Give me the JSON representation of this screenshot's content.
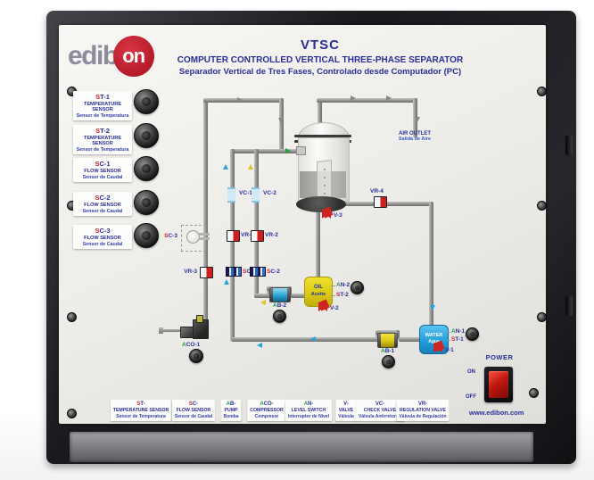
{
  "header": {
    "model": "VTSC",
    "title_en": "COMPUTER CONTROLLED VERTICAL THREE-PHASE SEPARATOR",
    "title_es": "Separador Vertical de Tres Fases, Controlado desde Computador (PC)"
  },
  "logo": {
    "part1": "edib",
    "part2": "on"
  },
  "left_sensors": [
    {
      "code": "ST-1",
      "en": "TEMPERATURE SENSOR",
      "es": "Sensor de Temperatura"
    },
    {
      "code": "ST-2",
      "en": "TEMPERATURE SENSOR",
      "es": "Sensor de Temperatura"
    },
    {
      "code": "SC-1",
      "en": "FLOW SENSOR",
      "es": "Sensor de Caudal"
    },
    {
      "code": "SC-2",
      "en": "FLOW SENSOR",
      "es": "Sensor de Caudal"
    },
    {
      "code": "SC-3",
      "en": "FLOW SENSOR",
      "es": "Sensor de Caudal"
    }
  ],
  "diagram": {
    "vc1": "VC-1",
    "vc2": "VC-2",
    "vr1": "VR-1",
    "vr2": "VR-2",
    "vr3": "VR-3",
    "vr4": "VR-4",
    "sc1": "SC-1",
    "sc2": "SC-2",
    "sc3": "SC-3",
    "v1": "V-1",
    "v2": "V-2",
    "v3": "V-3",
    "an1": "AN-1",
    "an2": "AN-2",
    "st1": "ST-1",
    "st2": "ST-2",
    "ab1": "AB-1",
    "ab2": "AB-2",
    "aco1": "ACO-1",
    "oil_en": "OIL",
    "oil_es": "Aceite",
    "water_en": "WATER",
    "water_es": "Agua",
    "air_outlet_en": "AIR OUTLET",
    "air_outlet_es": "Salida de Aire"
  },
  "legend": [
    {
      "code": "ST-",
      "en": "TEMPERATURE SENSOR",
      "es": "Sensor de Temperatura"
    },
    {
      "code": "SC-",
      "en": "FLOW SENSOR",
      "es": "Sensor de Caudal"
    },
    {
      "code": "AB-",
      "en": "PUMP",
      "es": "Bomba"
    },
    {
      "code": "ACO-",
      "en": "COMPRESSOR",
      "es": "Compresor"
    },
    {
      "code": "AN-",
      "en": "LEVEL SWITCH",
      "es": "Interruptor de Nivel"
    },
    {
      "code": "V-",
      "en": "VALVE",
      "es": "Válvula"
    },
    {
      "code": "VC-",
      "en": "CHECK VALVE",
      "es": "Válvula Antirretorno"
    },
    {
      "code": "VR-",
      "en": "REGULATION VALVE",
      "es": "Válvula de Regulación"
    }
  ],
  "power": {
    "label": "POWER",
    "on": "ON",
    "off": "OFF"
  },
  "website": "www.edibon.com",
  "colors": {
    "text_blue": "#292e96",
    "accent_red": "#d0202a",
    "accent_green": "#1f9c3c",
    "oil_yellow": "#d9c813",
    "water_blue": "#219bd8",
    "logo_red": "#b51b2b"
  }
}
